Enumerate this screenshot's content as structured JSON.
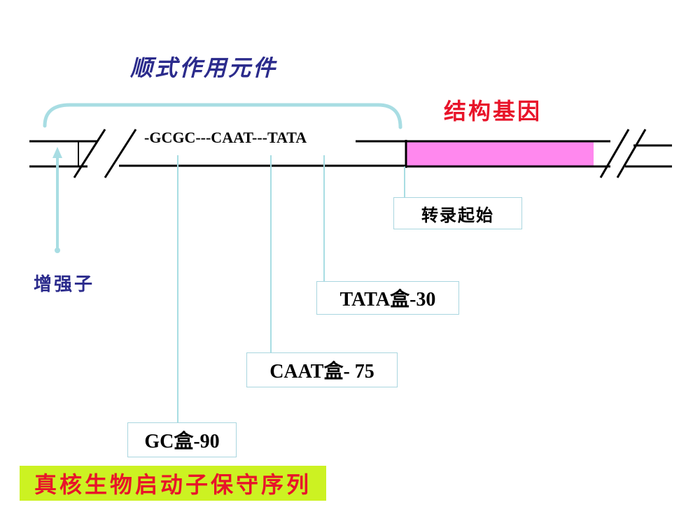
{
  "title_cis": "顺式作用元件",
  "title_structural_gene": "结构基因",
  "sequence": "-GCGC---CAAT---TATA",
  "label_enhancer": "增强子",
  "label_transcription_start": "转录起始",
  "label_tata": "TATA盒-30",
  "label_caat": "CAAT盒- 75",
  "label_gc": "GC盒-90",
  "footer": "真核生物启动子保守序列",
  "colors": {
    "structural_gene_fill": "#ff88ee",
    "connector": "#a8dde3",
    "title_blue": "#2b2b8c",
    "title_red": "#e8142a",
    "footer_bg": "#ccf222",
    "footer_text": "#e8142a"
  }
}
